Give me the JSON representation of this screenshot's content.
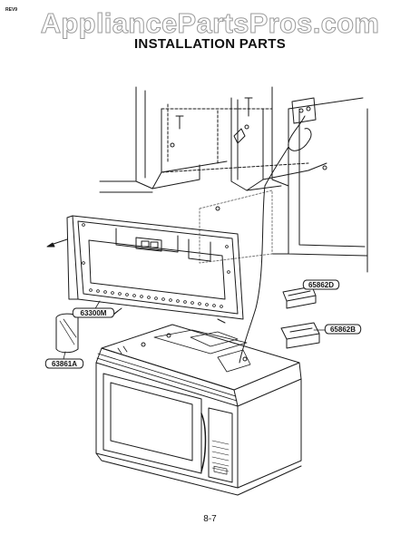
{
  "header": {
    "revision": "REV9",
    "watermark": "AppliancePartsPros.com",
    "title": "INSTALLATION PARTS"
  },
  "callouts": [
    {
      "id": "cabinet-plate",
      "label": "63300M"
    },
    {
      "id": "part-upper",
      "label": "65862D"
    },
    {
      "id": "part-lower",
      "label": "65862B"
    },
    {
      "id": "bag",
      "label": "63861A"
    }
  ],
  "footer": {
    "page": "8-7"
  }
}
